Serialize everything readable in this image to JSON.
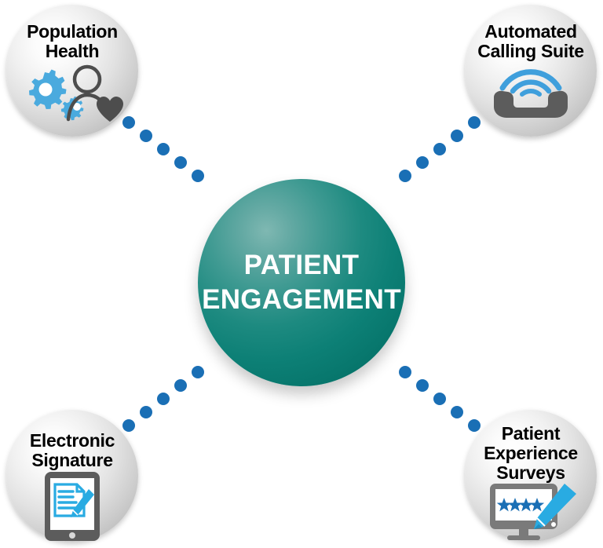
{
  "diagram": {
    "title": "Patient Engagement",
    "type": "hub-and-spoke",
    "center": {
      "label": "PATIENT\nENGAGEMENT",
      "shape": "sphere",
      "color": "#0d8076",
      "text_color": "#ffffff"
    },
    "accent_color": "#1a6fb5",
    "node_color": "#d6d6d6",
    "nodes": [
      {
        "id": "population-health",
        "label": "Population\nHealth",
        "icon": "gears-person-heart-icon",
        "position": "top-left",
        "arrow_direction": "down-right"
      },
      {
        "id": "automated-calling-suite",
        "label": "Automated\nCalling Suite",
        "icon": "phone-handset-signal-icon",
        "position": "top-right",
        "arrow_direction": "down-left"
      },
      {
        "id": "electronic-signature",
        "label": "Electronic\nSignature",
        "icon": "tablet-document-pen-icon",
        "position": "bottom-left",
        "arrow_direction": "up-right"
      },
      {
        "id": "patient-experience-surveys",
        "label": "Patient\nExperience\nSurveys",
        "icon": "monitor-stars-pencil-icon",
        "position": "bottom-right",
        "arrow_direction": "up-left"
      }
    ],
    "connectors": [
      {
        "from": "population-health",
        "to": "center",
        "style": "dotted",
        "dot_count": 5
      },
      {
        "from": "automated-calling-suite",
        "to": "center",
        "style": "dotted",
        "dot_count": 5
      },
      {
        "from": "electronic-signature",
        "to": "center",
        "style": "dotted",
        "dot_count": 5
      },
      {
        "from": "patient-experience-surveys",
        "to": "center",
        "style": "dotted",
        "dot_count": 5
      }
    ]
  }
}
